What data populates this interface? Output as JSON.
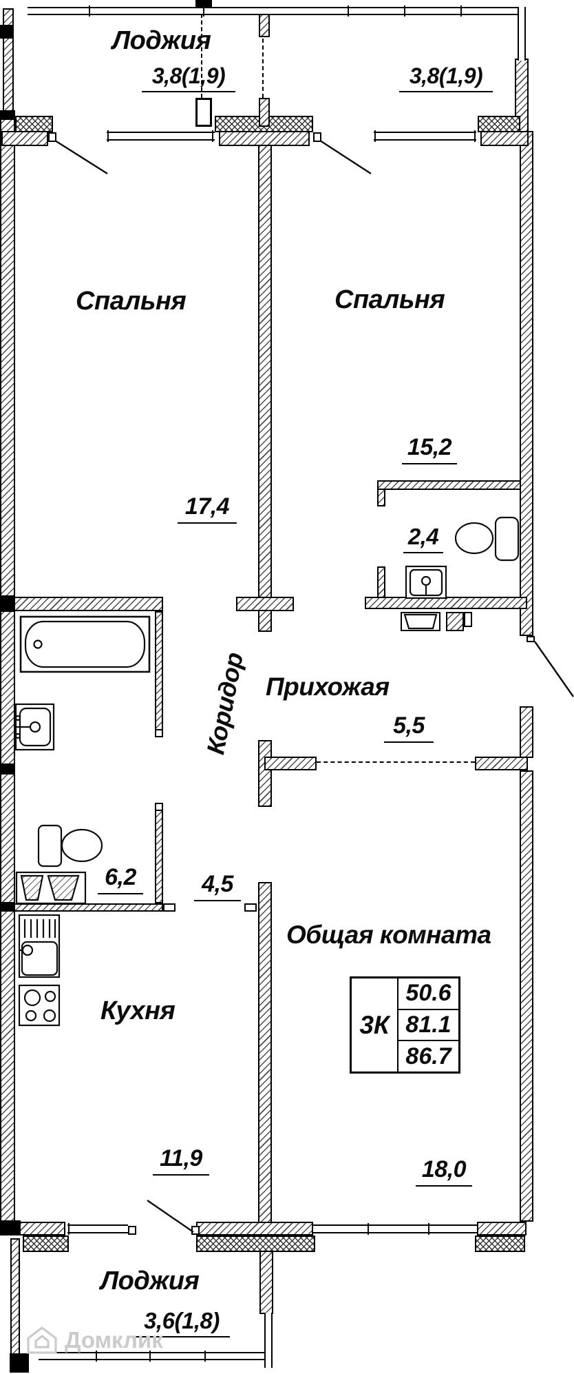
{
  "plan": {
    "loggia_top": {
      "name": "Лоджия",
      "area_left": "3,8(1,9)",
      "area_right": "3,8(1,9)"
    },
    "bedroom_left": {
      "name": "Спальня",
      "area": "17,4"
    },
    "bedroom_right": {
      "name": "Спальня",
      "area": "15,2"
    },
    "wc": {
      "area": "2,4"
    },
    "bathroom": {
      "area": "6,2"
    },
    "corridor": {
      "name": "Коридор",
      "area": "4,5"
    },
    "hallway": {
      "name": "Прихожая",
      "area": "5,5"
    },
    "kitchen": {
      "name": "Кухня",
      "area": "11,9"
    },
    "living_room": {
      "name": "Общая комната",
      "area": "18,0"
    },
    "loggia_bottom": {
      "name": "Лоджия",
      "area": "3,6(1,8)"
    },
    "info_table": {
      "type": "3К",
      "living_area": "50.6",
      "apartment_area": "81.1",
      "total_area": "86.7"
    },
    "watermark": "Домклик"
  }
}
